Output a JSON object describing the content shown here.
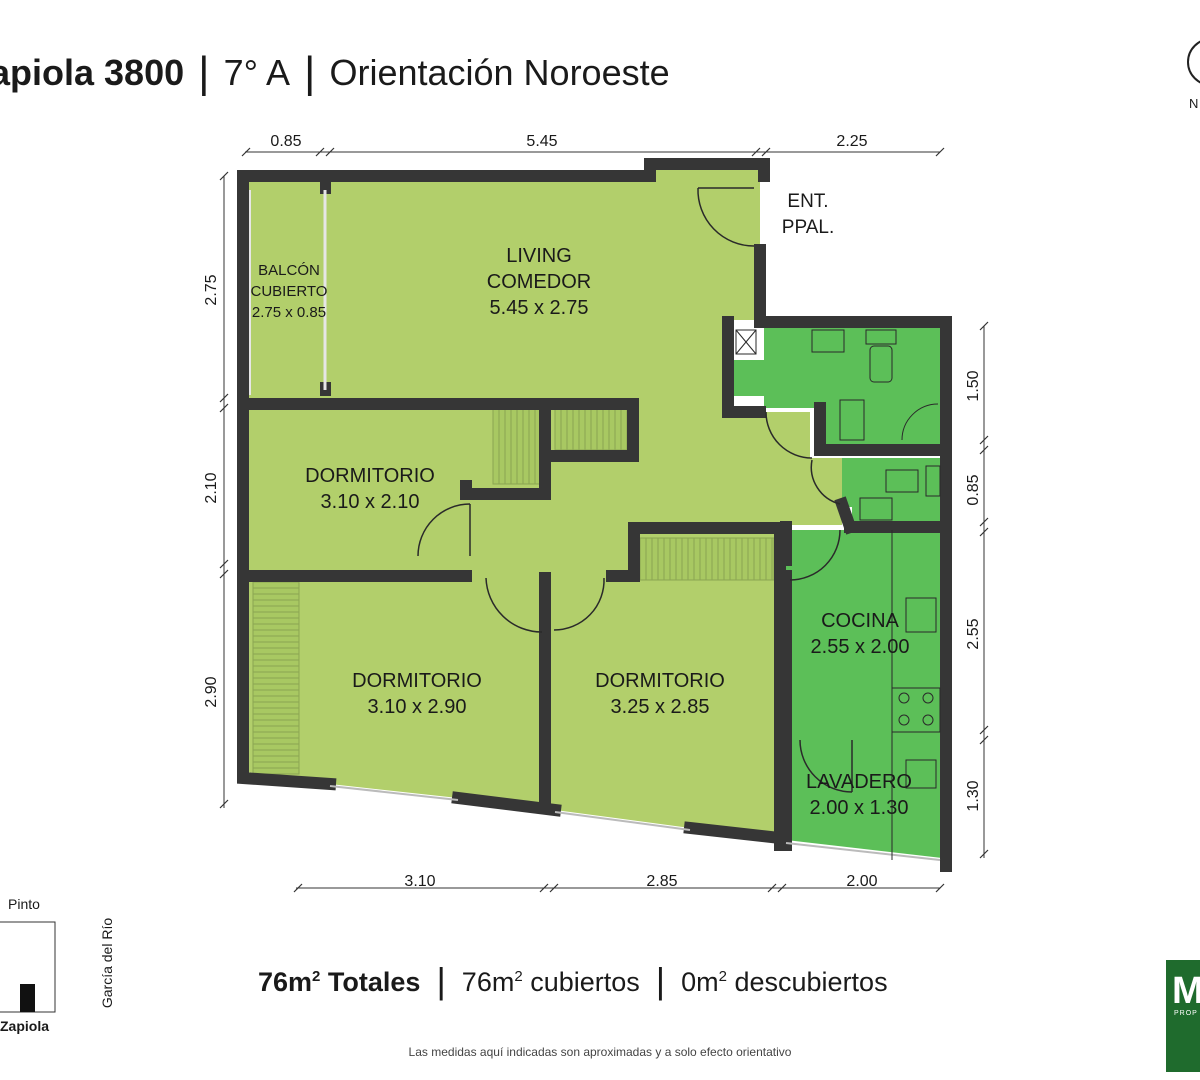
{
  "header": {
    "address": "apiola 3800",
    "unit": "7° A",
    "orientation": "Orientación Noroeste",
    "separator": "|"
  },
  "rooms": {
    "balcon": {
      "name_1": "BALCÓN",
      "name_2": "CUBIERTO",
      "size": "2.75 x 0.85"
    },
    "living": {
      "name_1": "LIVING",
      "name_2": "COMEDOR",
      "size": "5.45 x 2.75"
    },
    "dormitorio_1": {
      "name": "DORMITORIO",
      "size": "3.10 x 2.10"
    },
    "dormitorio_2": {
      "name": "DORMITORIO",
      "size": "3.10 x 2.90"
    },
    "dormitorio_3": {
      "name": "DORMITORIO",
      "size": "3.25 x 2.85"
    },
    "cocina": {
      "name": "COCINA",
      "size": "2.55 x 2.00"
    },
    "lavadero": {
      "name": "LAVADERO",
      "size": "2.00 x 1.30"
    },
    "entrada": {
      "line_1": "ENT.",
      "line_2": "PPAL."
    }
  },
  "dimensions": {
    "top": [
      "0.85",
      "5.45",
      "2.25"
    ],
    "bottom": [
      "3.10",
      "2.85",
      "2.00"
    ],
    "left": [
      "2.75",
      "2.10",
      "2.90"
    ],
    "right": [
      "1.50",
      "0.85",
      "2.55",
      "1.30"
    ]
  },
  "totals": {
    "total_value": "76m",
    "total_label": "Totales",
    "covered_value": "76m",
    "covered_label": "cubiertos",
    "uncovered_value": "0m",
    "uncovered_label": "descubiertos",
    "superscript": "2",
    "separator": "|"
  },
  "location": {
    "street_top": "Pinto",
    "street_side": "García del Río",
    "street_bottom": "Zapiola"
  },
  "logo": {
    "letter": "N"
  },
  "brand": {
    "letter": "M",
    "sub": "PROP"
  },
  "disclaimer": "Las medidas aquí indicadas son aproximadas y a solo efecto orientativo",
  "colors": {
    "room_fill": "#b2cf6b",
    "wet_fill": "#5cbf58",
    "wall": "#363636",
    "brand": "#1f6b2d"
  }
}
